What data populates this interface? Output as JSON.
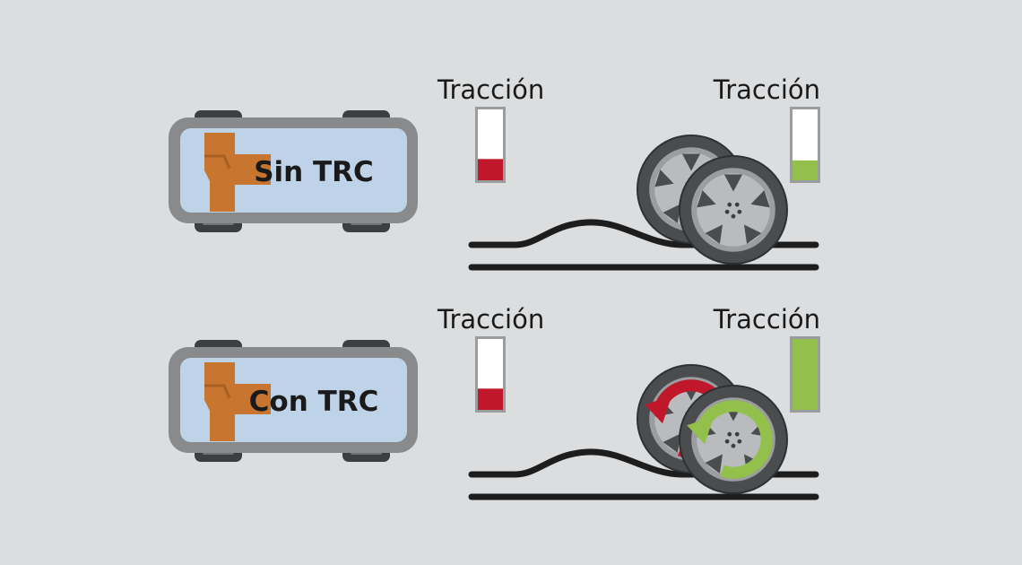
{
  "colors": {
    "background": "#dcdddf",
    "car_body": "#bed3e8",
    "car_frame": "#888a8c",
    "wheel_dark": "#3c3e40",
    "drivetrain": "#c87530",
    "traction_low": "#c0182a",
    "traction_high": "#92c04b",
    "road": "#1d1d1d",
    "tire": "#4a4c4e",
    "rim": "#9b9da0",
    "rim_light": "#b9bbbe",
    "arrow_red": "#c0182a",
    "arrow_green": "#92c04b"
  },
  "scenarios": [
    {
      "car_label": "Sin TRC",
      "left_gauge": {
        "label": "Tracción",
        "level": 0.3,
        "color_key": "traction_low"
      },
      "right_gauge": {
        "label": "Tracción",
        "level": 0.28,
        "color_key": "traction_high"
      },
      "spin_arrows": false
    },
    {
      "car_label": "Con TRC",
      "left_gauge": {
        "label": "Tracción",
        "level": 0.3,
        "color_key": "traction_low"
      },
      "right_gauge": {
        "label": "Tracción",
        "level": 1.0,
        "color_key": "traction_high"
      },
      "spin_arrows": true
    }
  ]
}
